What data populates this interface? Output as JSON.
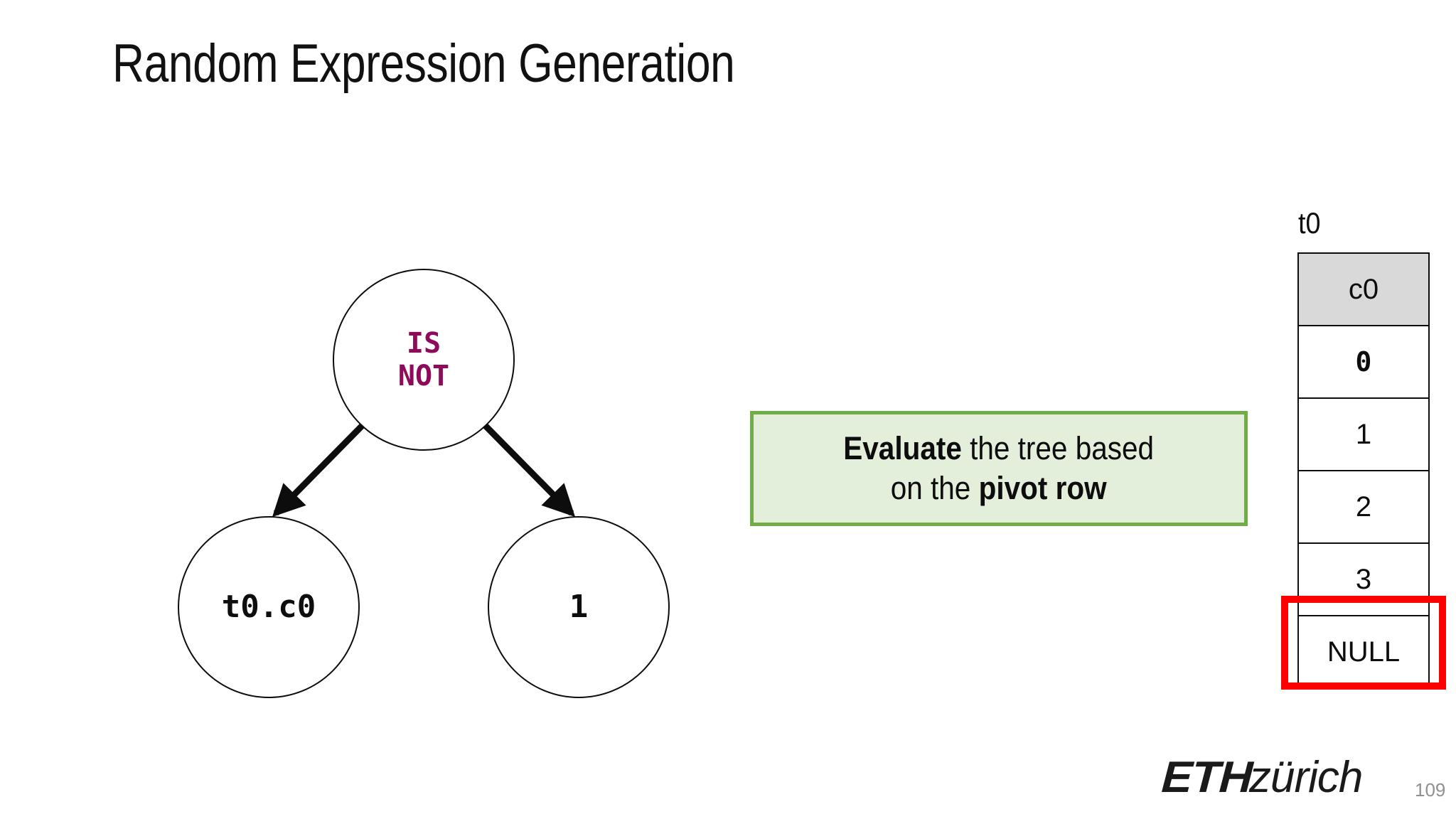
{
  "slide": {
    "title": "Random Expression Generation",
    "page_number": "109"
  },
  "tree": {
    "root": {
      "label": "IS\nNOT",
      "color": "#8E0B5C"
    },
    "left_child": {
      "label": "t0.c0",
      "color": "#0D0D0D"
    },
    "right_child": {
      "label": "1",
      "color": "#0D0D0D"
    },
    "edge_color": "#0D0D0D"
  },
  "callout": {
    "line1_bold": "Evaluate",
    "line1_rest": " the tree based",
    "line2_rest": "on the ",
    "line2_bold": "pivot row",
    "fill_color": "#E3EFDA",
    "border_color": "#70AD47"
  },
  "table": {
    "caption": "t0",
    "header": "c0",
    "header_fill": "#D9D9D9",
    "rows": [
      "0",
      "1",
      "2",
      "3",
      "NULL"
    ],
    "highlight_row_index": 4,
    "highlight_color": "#FF0000"
  },
  "footer": {
    "logo_primary": "ETH",
    "logo_secondary": "zürich"
  }
}
